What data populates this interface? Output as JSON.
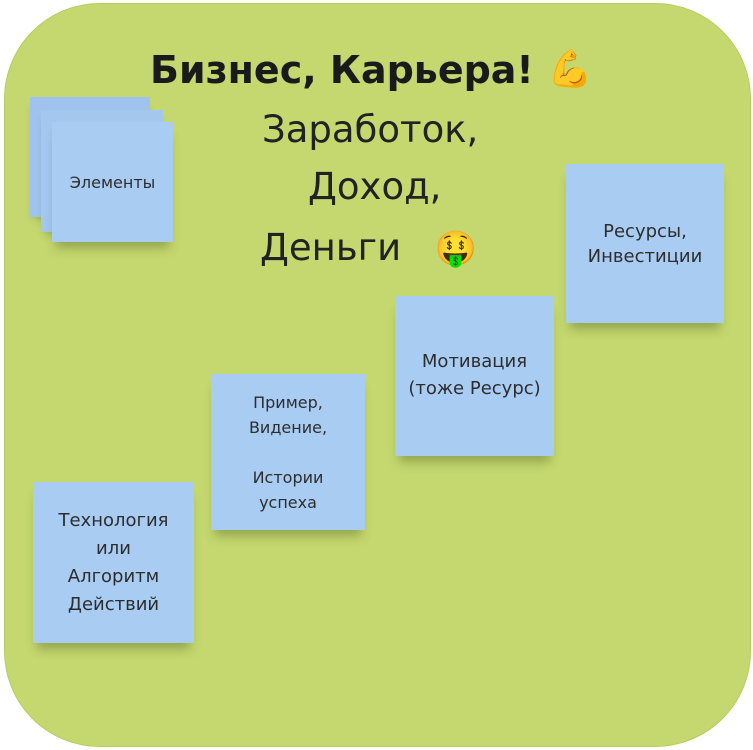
{
  "title": {
    "heading": "Бизнес, Карьера!",
    "heading_emoji": "💪",
    "line1": "Заработок,",
    "line2": "Доход,",
    "line3": "Деньги",
    "line3_emoji": "🤑"
  },
  "stickies": {
    "elements": "Элементы",
    "resources": "Ресурсы,\nИнвестиции",
    "motivation": "Мотивация\n(тоже Ресурс)",
    "example": "Пример,\nВидение,\n\nИстории\nуспеха",
    "technology": "Технология\nили\nАлгоритм\nДействий"
  },
  "colors": {
    "board": "#c4d86f",
    "sticky": "#a9ccf3"
  }
}
